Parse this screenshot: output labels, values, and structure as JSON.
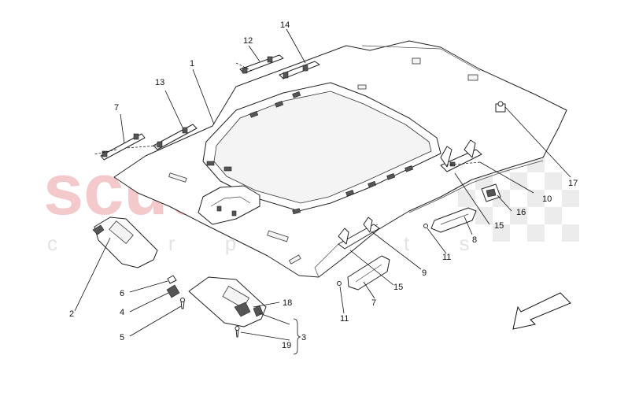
{
  "watermark": {
    "brand": "scuderia",
    "subtitle": "c a r p a r t s"
  },
  "callouts": [
    {
      "id": "1",
      "label": "1"
    },
    {
      "id": "2",
      "label": "2"
    },
    {
      "id": "3",
      "label": "3"
    },
    {
      "id": "4",
      "label": "4"
    },
    {
      "id": "5",
      "label": "5"
    },
    {
      "id": "6",
      "label": "6"
    },
    {
      "id": "7a",
      "label": "7"
    },
    {
      "id": "7b",
      "label": "7"
    },
    {
      "id": "8",
      "label": "8"
    },
    {
      "id": "9",
      "label": "9"
    },
    {
      "id": "10",
      "label": "10"
    },
    {
      "id": "11a",
      "label": "11"
    },
    {
      "id": "11b",
      "label": "11"
    },
    {
      "id": "12",
      "label": "12"
    },
    {
      "id": "13",
      "label": "13"
    },
    {
      "id": "14",
      "label": "14"
    },
    {
      "id": "15a",
      "label": "15"
    },
    {
      "id": "15b",
      "label": "15"
    },
    {
      "id": "16",
      "label": "16"
    },
    {
      "id": "17",
      "label": "17"
    },
    {
      "id": "18",
      "label": "18"
    },
    {
      "id": "19",
      "label": "19"
    }
  ]
}
